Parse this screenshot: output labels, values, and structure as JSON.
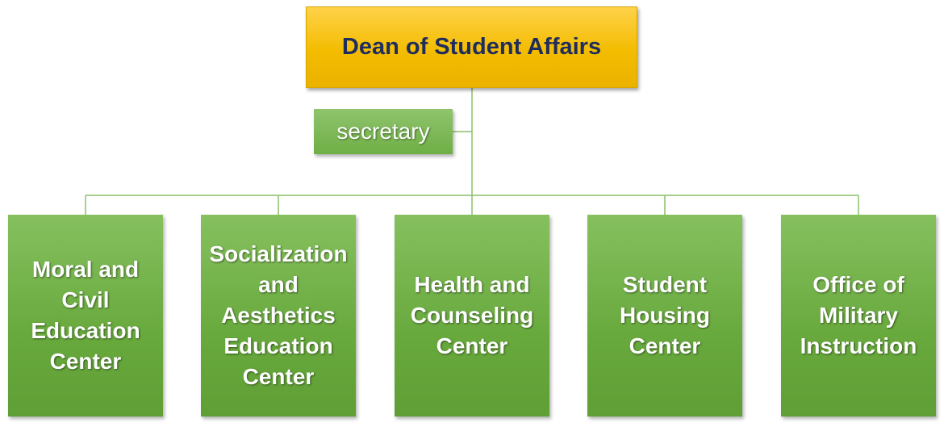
{
  "org_chart": {
    "root": {
      "label": "Dean of Student Affairs"
    },
    "assistant": {
      "label": "secretary"
    },
    "units": [
      {
        "label": "Moral and Civil Education Center"
      },
      {
        "label": "Socialization and Aesthetics Education Center"
      },
      {
        "label": "Health and Counseling Center"
      },
      {
        "label": "Student Housing Center"
      },
      {
        "label": "Office of Military Instruction"
      }
    ]
  },
  "colors": {
    "root_fill": "#f3bc00",
    "root_text": "#1f2d5c",
    "unit_fill": "#70ad47",
    "connector": "#8cbf6a"
  }
}
